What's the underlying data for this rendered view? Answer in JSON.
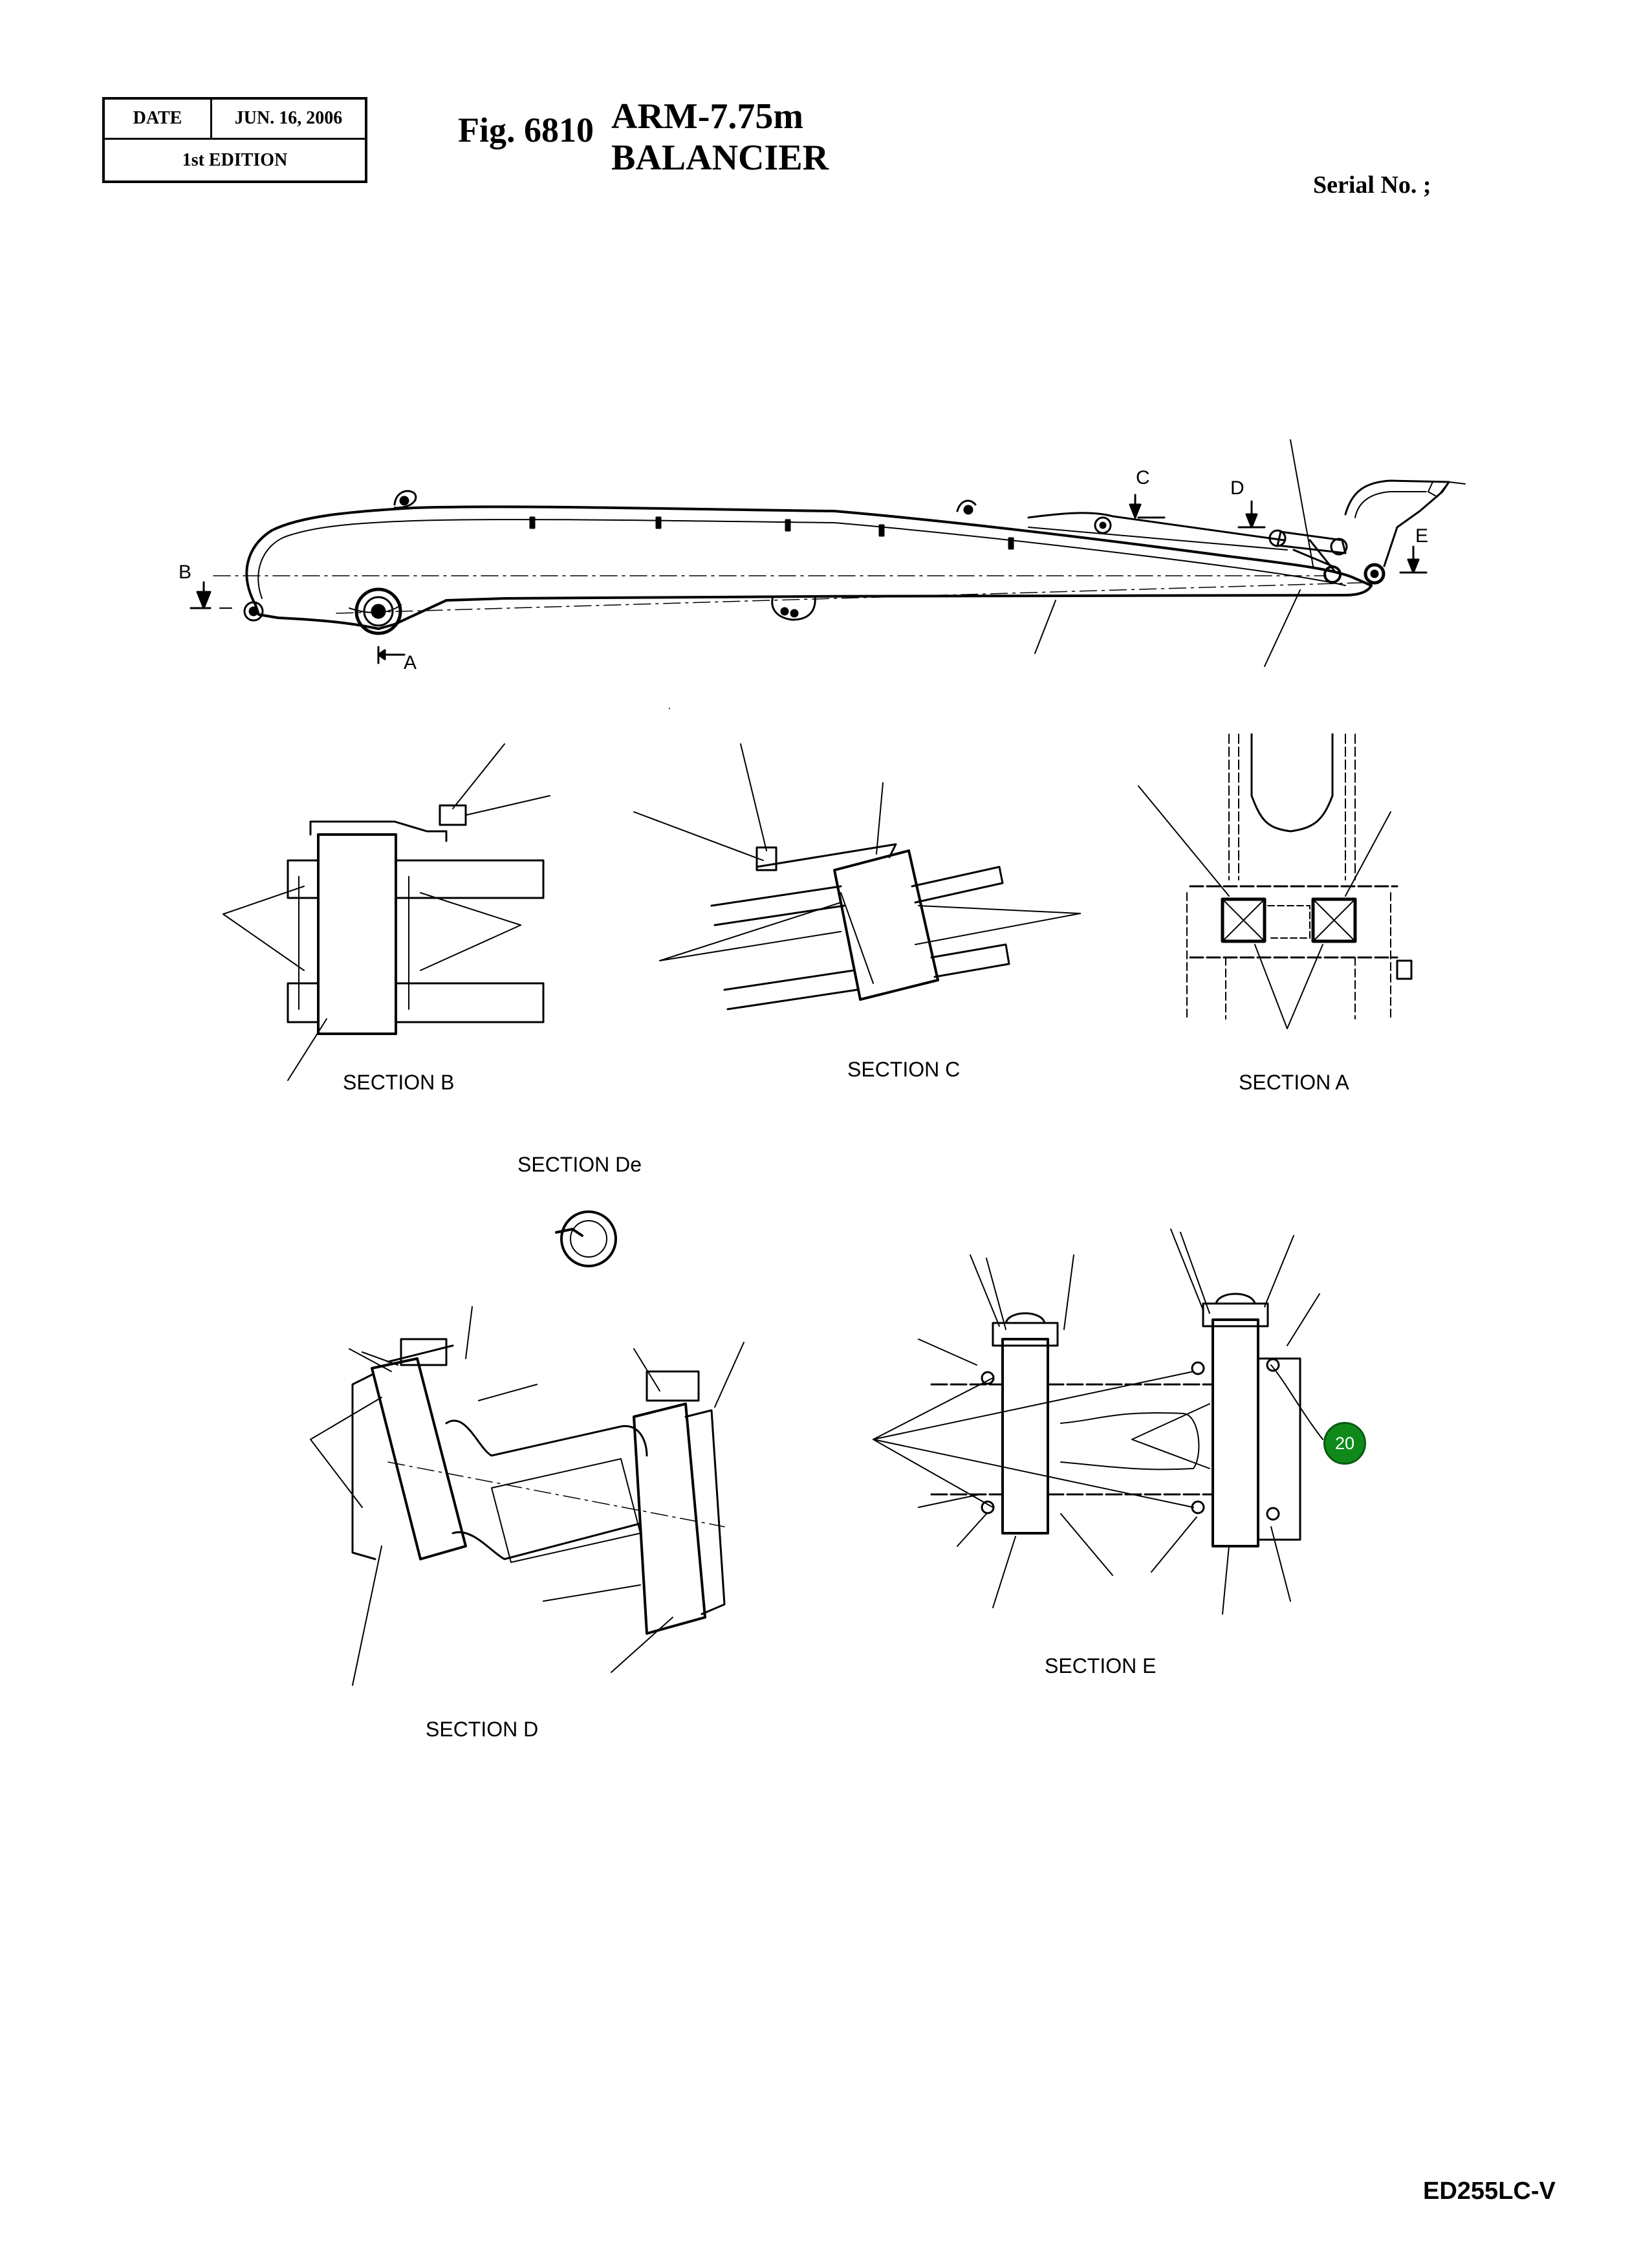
{
  "header": {
    "date_label": "DATE",
    "date_value": "JUN. 16, 2006",
    "edition": "1st EDITION",
    "fig_number": "Fig. 6810",
    "title_line1": "ARM-7.75m",
    "title_line2": "BALANCIER",
    "serial": "Serial No. ;"
  },
  "view_marks": {
    "a": "A",
    "b": "B",
    "c": "C",
    "d": "D",
    "e": "E"
  },
  "sections": {
    "b": "SECTION B",
    "c": "SECTION C",
    "a": "SECTION A",
    "de": "SECTION De",
    "d": "SECTION D",
    "e": "SECTION E"
  },
  "callout": {
    "label": "20",
    "color": "#0f8a1a"
  },
  "footer": {
    "model": "ED255LC-V"
  }
}
